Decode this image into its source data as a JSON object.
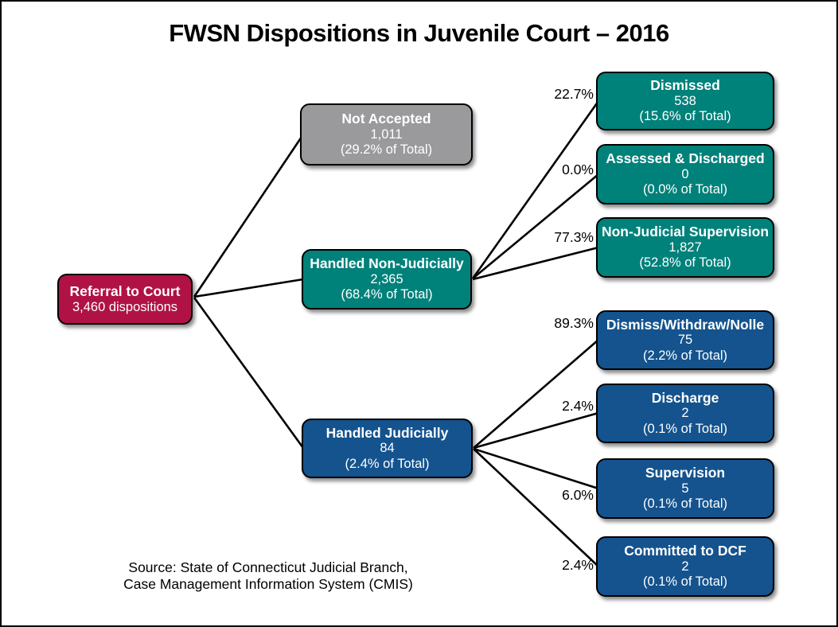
{
  "title": "FWSN Dispositions in Juvenile Court – 2016",
  "colors": {
    "crimson": "#B01246",
    "teal": "#00817A",
    "blue": "#14538E",
    "gray": "#9A9A9C",
    "edge": "#000000"
  },
  "root": {
    "label": "Referral to Court",
    "value": "3,460 dispositions"
  },
  "branches": [
    {
      "label": "Not Accepted",
      "count": "1,011",
      "share": "(29.2% of Total)"
    },
    {
      "label": "Handled Non-Judicially",
      "count": "2,365",
      "share": "(68.4% of Total)"
    },
    {
      "label": "Handled Judicially",
      "count": "84",
      "share": "(2.4% of Total)"
    }
  ],
  "non_judicial_outcomes": [
    {
      "label": "Dismissed",
      "count": "538",
      "share": "(15.6% of Total)",
      "percent": "22.7%"
    },
    {
      "label": "Assessed & Discharged",
      "count": "0",
      "share": "(0.0% of Total)",
      "percent": "0.0%"
    },
    {
      "label": "Non-Judicial Supervision",
      "count": "1,827",
      "share": "(52.8% of Total)",
      "percent": "77.3%"
    }
  ],
  "judicial_outcomes": [
    {
      "label": "Dismiss/Withdraw/Nolle",
      "count": "75",
      "share": "(2.2% of Total)",
      "percent": "89.3%"
    },
    {
      "label": "Discharge",
      "count": "2",
      "share": "(0.1% of Total)",
      "percent": "2.4%"
    },
    {
      "label": "Supervision",
      "count": "5",
      "share": "(0.1% of Total)",
      "percent": "6.0%"
    },
    {
      "label": "Committed to DCF",
      "count": "2",
      "share": "(0.1% of Total)",
      "percent": "2.4%"
    }
  ],
  "source": {
    "line1": "Source: State of Connecticut Judicial Branch,",
    "line2": "Case Management Information System (CMIS)"
  }
}
